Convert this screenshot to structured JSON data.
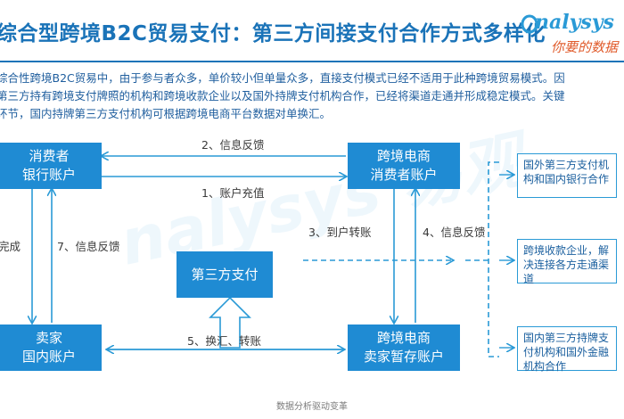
{
  "header": {
    "title": "综合型跨境B2C贸易支付：第三方间接支付合作方式多样化",
    "logo_main": "nalysys",
    "logo_sub": "你要的数据"
  },
  "intro": {
    "lines": [
      "综合性跨境B2C贸易中，由于参与者众多，单价较小但单量众多，直接支付模式已经不适用于此种跨境贸易模式。因",
      "第三方持有跨境支付牌照的机构和跨境收款企业以及国外持牌支付机构合作，已经将渠道走通并形成稳定模式。关键",
      "环节，国内持牌第三方支付机构可根据跨境电商平台数据对单换汇。"
    ]
  },
  "diagram": {
    "consumer_bank": [
      "消费者",
      "银行账户"
    ],
    "ecommerce_consumer": [
      "跨境电商",
      "消费者账户"
    ],
    "third_party": "第三方支付",
    "seller_domestic": [
      "卖家",
      "国内账户"
    ],
    "ecommerce_seller": [
      "跨境电商",
      "卖家暂存账户"
    ],
    "labels": {
      "info_feedback_2": "2、信息反馈",
      "recharge_1": "1、账户充值",
      "transfer_3": "3、到户转账",
      "info_feedback_4": "4、信息反馈",
      "complete": "完成",
      "info_feedback_7": "7、信息反馈",
      "exchange_5": "5、换汇、转账"
    },
    "partners": [
      "国外第三方支付机构和国内银行合作",
      "跨境收款企业，解决连接各方走通渠道",
      "国内第三方持牌支付机构和国外金融机构合作"
    ],
    "watermark": "nalysys 易观"
  },
  "footer": {
    "text": "数据分析驱动变革"
  },
  "colors": {
    "box": "#1f8bd3",
    "accent": "#1a73b8",
    "arrow": "#2a9ad6"
  }
}
